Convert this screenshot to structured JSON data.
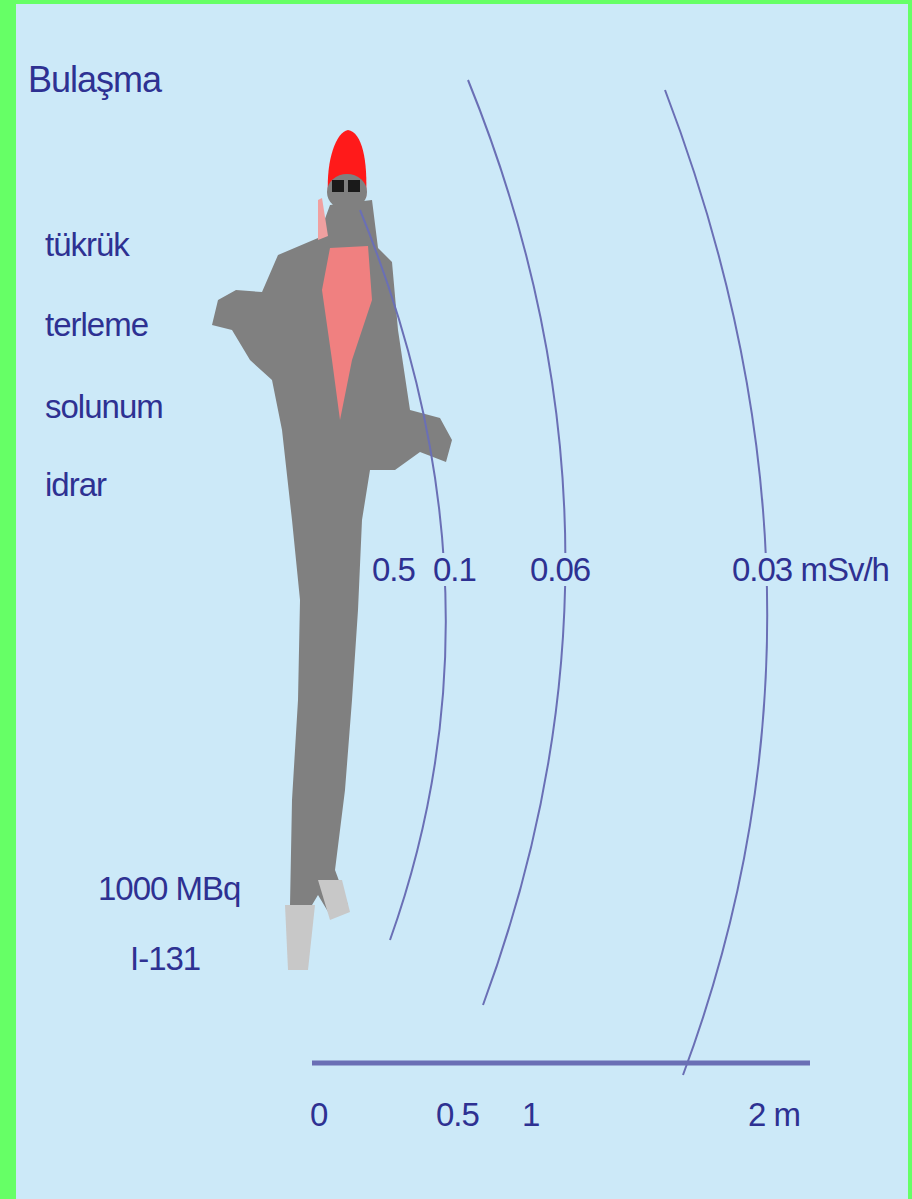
{
  "diagram": {
    "title": "Bulaşma",
    "labels": [
      "tükrük",
      "terleme",
      "solunum",
      "idrar",
      "0.5",
      "0.1",
      "0.06",
      "0.03 mSv/h",
      "1000 MBq",
      "I-131",
      "0",
      "0.5",
      "1",
      "2 m"
    ]
  }
}
